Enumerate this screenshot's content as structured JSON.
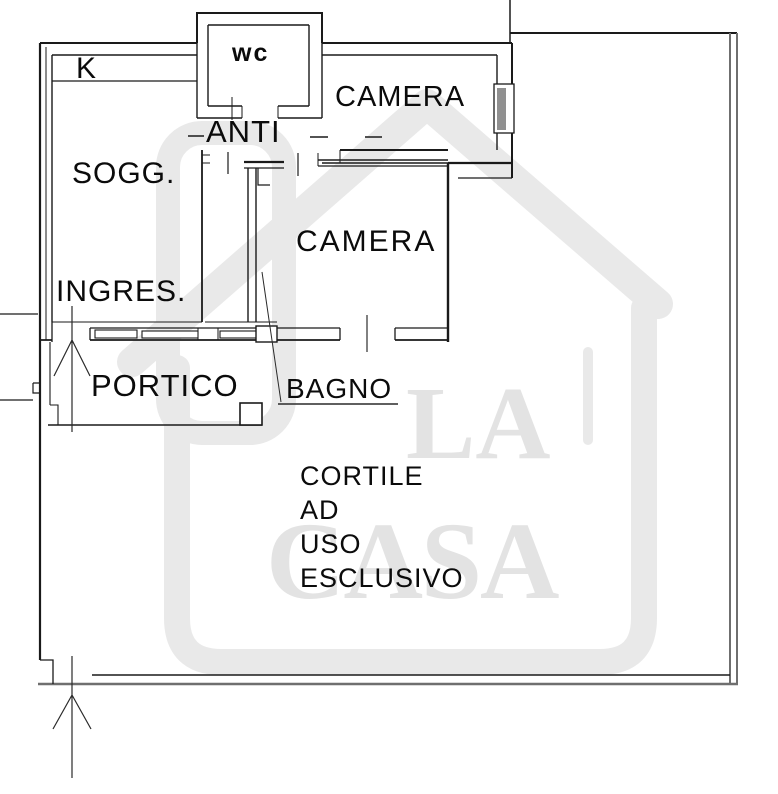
{
  "plan": {
    "type": "floor-plan",
    "rooms": {
      "kitchen": "K",
      "wc": "wc",
      "camera_top": "CAMERA",
      "anti": "ANTI",
      "soggiorno": "SOGG.",
      "camera_mid": "CAMERA",
      "ingresso": "INGRES.",
      "portico": "PORTICO",
      "bagno": "BAGNO"
    },
    "courtyard": {
      "line1": "CORTILE",
      "line2": "AD",
      "line3": "USO",
      "line4": "ESCLUSIVO"
    }
  },
  "watermark": {
    "line1": "LA",
    "line2": "CASA",
    "shape": "house-logo",
    "shape_color": "#e9e9e9",
    "text_color": "#e3e3e3"
  },
  "colors": {
    "wall_line": "#1a1a1a",
    "boundary_line": "#6f6f6f",
    "window_shade": "#909090",
    "background": "#ffffff"
  }
}
